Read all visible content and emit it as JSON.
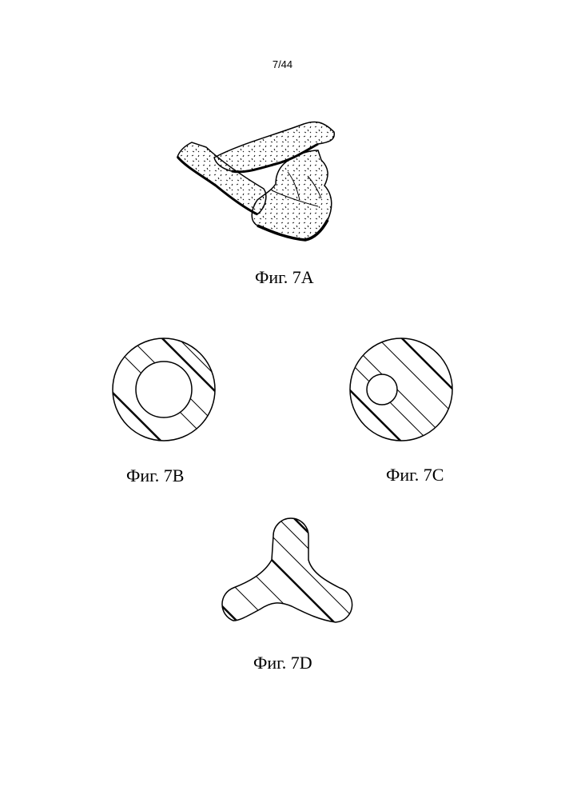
{
  "page": {
    "number": "7/44"
  },
  "figures": [
    {
      "id": "7A",
      "caption": "Фиг. 7A"
    },
    {
      "id": "7B",
      "caption": "Фиг. 7B"
    },
    {
      "id": "7C",
      "caption": "Фиг. 7C"
    },
    {
      "id": "7D",
      "caption": "Фиг. 7D"
    }
  ]
}
